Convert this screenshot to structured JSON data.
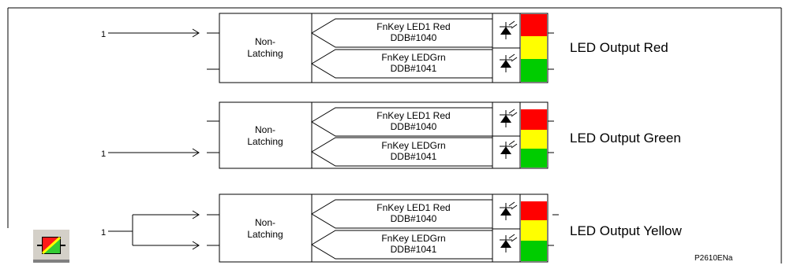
{
  "diagram": {
    "rows": [
      {
        "input_label": "1",
        "mode_label_line1": "Non-",
        "mode_label_line2": "Latching",
        "signals": [
          {
            "name": "FnKey LED1 Red",
            "ddb": "DDB#1040"
          },
          {
            "name": "FnKey LEDGrn",
            "ddb": "DDB#1041"
          }
        ],
        "output_label": "LED Output Red",
        "led_colors": [
          "#ff0000",
          "#ffff00",
          "#00cc00"
        ]
      },
      {
        "input_label": "1",
        "mode_label_line1": "Non-",
        "mode_label_line2": "Latching",
        "signals": [
          {
            "name": "FnKey LED1 Red",
            "ddb": "DDB#1040"
          },
          {
            "name": "FnKey LEDGrn",
            "ddb": "DDB#1041"
          }
        ],
        "output_label": "LED Output Green",
        "led_colors": [
          "#ff0000",
          "#ffff00",
          "#00cc00"
        ]
      },
      {
        "input_label": "1",
        "mode_label_line1": "Non-",
        "mode_label_line2": "Latching",
        "signals": [
          {
            "name": "FnKey LED1 Red",
            "ddb": "DDB#1040"
          },
          {
            "name": "FnKey LEDGrn",
            "ddb": "DDB#1041"
          }
        ],
        "output_label": "LED Output Yellow",
        "led_colors": [
          "#ff0000",
          "#ffff00",
          "#00cc00"
        ]
      }
    ],
    "figure_ref": "P2610ENa",
    "icon": "tri-colour-led-icon"
  }
}
